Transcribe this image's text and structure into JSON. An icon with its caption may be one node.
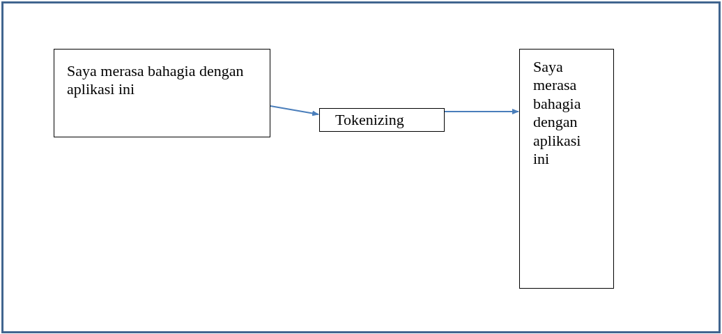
{
  "diagram": {
    "nodes": [
      {
        "text": [
          "Saya merasa bahagia dengan aplikasi ini"
        ]
      },
      {
        "text": [
          "Tokenizing"
        ]
      },
      {
        "text": [
          "Saya merasa bahagia dengan aplikasi ini"
        ]
      }
    ],
    "edges": [
      {
        "from": 0,
        "to": 1,
        "arrow": "to"
      },
      {
        "from": 1,
        "to": 2,
        "arrow": "to"
      }
    ]
  }
}
